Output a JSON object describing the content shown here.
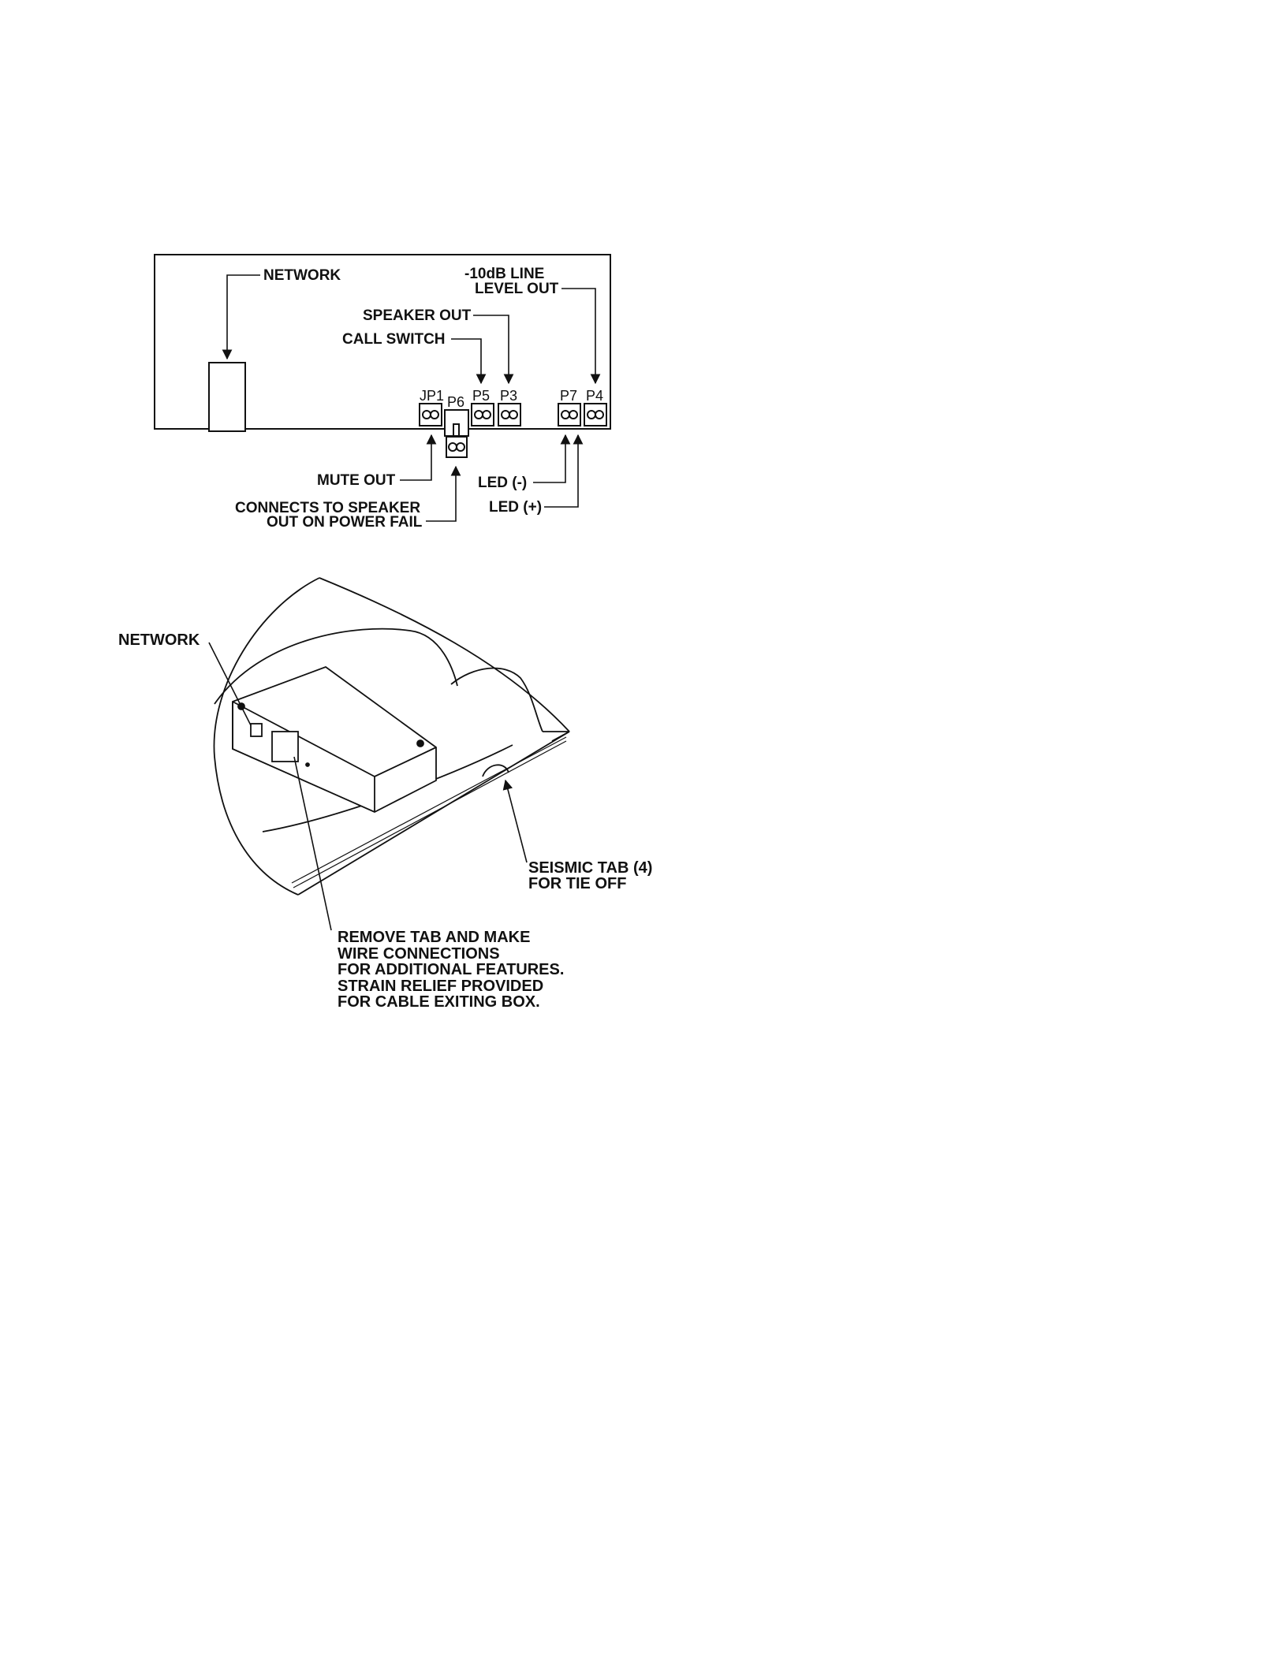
{
  "wiring_diagram": {
    "labels": {
      "network": "NETWORK",
      "line_level_1": "-10dB LINE",
      "line_level_2": "LEVEL OUT",
      "speaker_out": "SPEAKER OUT",
      "call_switch": "CALL SWITCH",
      "mute_out": "MUTE OUT",
      "power_fail_1": "CONNECTS TO SPEAKER",
      "power_fail_2": "OUT ON POWER FAIL",
      "led_neg": "LED (-)",
      "led_pos": "LED (+)"
    },
    "connectors": {
      "jp1": "JP1",
      "p6": "P6",
      "p5": "P5",
      "p3": "P3",
      "p7": "P7",
      "p4": "P4"
    }
  },
  "install_diagram": {
    "labels": {
      "network": "NETWORK",
      "seismic_1": "SEISMIC TAB (4)",
      "seismic_2": "FOR TIE OFF",
      "remove_tab": [
        "REMOVE TAB AND MAKE",
        "WIRE CONNECTIONS",
        "FOR ADDITIONAL FEATURES.",
        "STRAIN RELIEF PROVIDED",
        "FOR CABLE EXITING BOX."
      ]
    }
  },
  "colors": {
    "ink": "#111111",
    "background": "#ffffff"
  }
}
